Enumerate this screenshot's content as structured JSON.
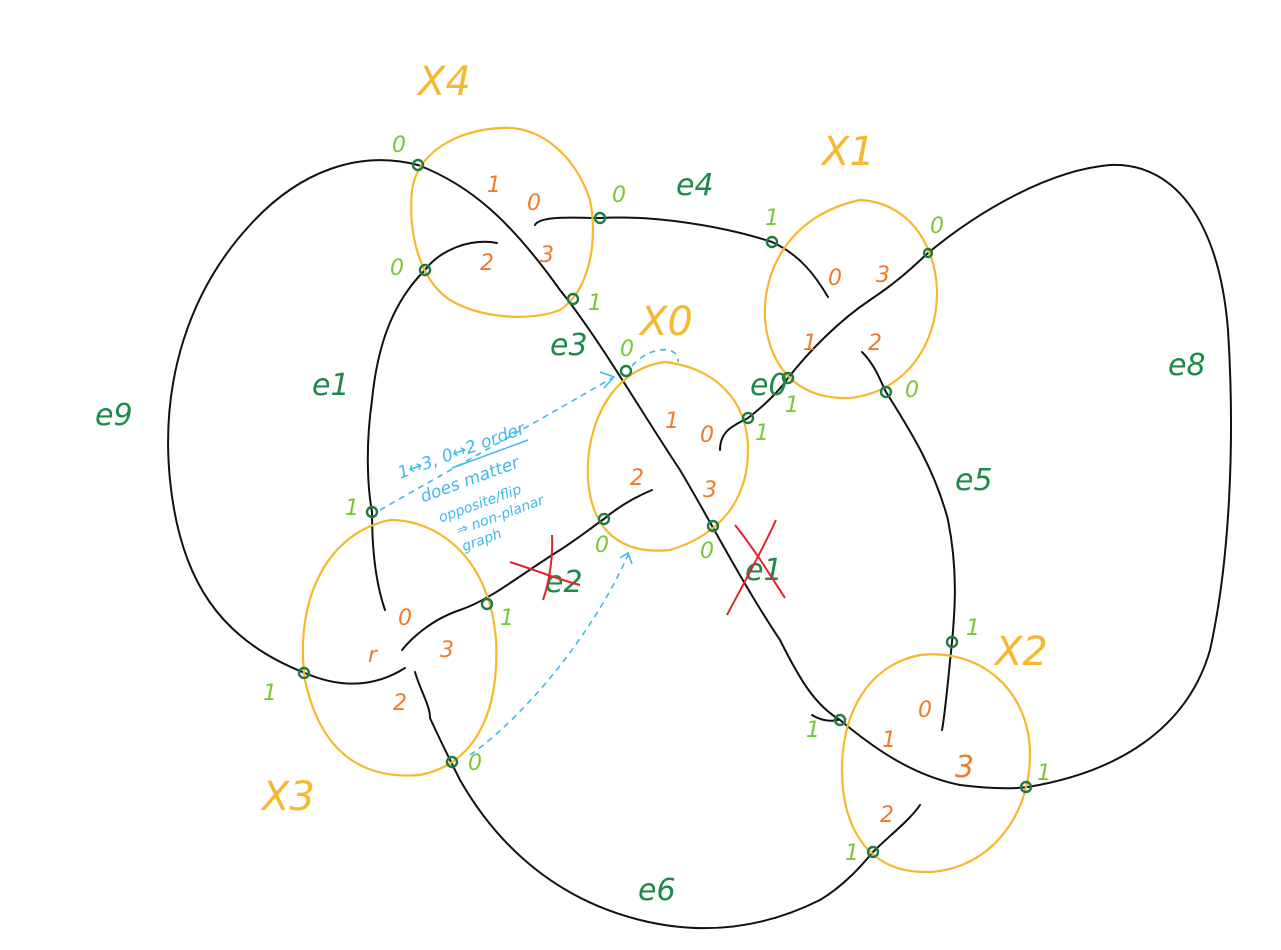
{
  "diagram": {
    "vertex_labels": [
      "X4",
      "X1",
      "X0",
      "X3",
      "X2"
    ],
    "edge_labels": [
      "e9",
      "e1",
      "e3",
      "e4",
      "e0",
      "e5",
      "e8",
      "e6",
      "e2",
      "e1"
    ],
    "port_labels_outer": [
      "0",
      "0",
      "0",
      "1",
      "0",
      "1",
      "0",
      "1",
      "0",
      "1",
      "0",
      "0",
      "1",
      "1",
      "1",
      "1",
      "1",
      "1",
      "0"
    ],
    "port_labels_inner": [
      "1",
      "0",
      "2",
      "3",
      "0",
      "3",
      "1",
      "2",
      "1",
      "0",
      "2",
      "3",
      "0",
      "r",
      "3",
      "2",
      "0",
      "1",
      "3",
      "2"
    ],
    "annotation_lines": [
      "1↔3, 0↔2 order",
      "does matter",
      "opposite/flip",
      "⇒ non-planar",
      "graph"
    ],
    "colors": {
      "edge": "#111111",
      "vertex_circle": "#f5b82e",
      "vertex_label": "#f5b82e",
      "port_outer": "#7bc636",
      "port_inner": "#f07a2a",
      "edge_label": "#1e8a4a",
      "port_dot": "#1f7a44",
      "annotation": "#3fb8ea",
      "cross_out": "#e0242f"
    }
  }
}
